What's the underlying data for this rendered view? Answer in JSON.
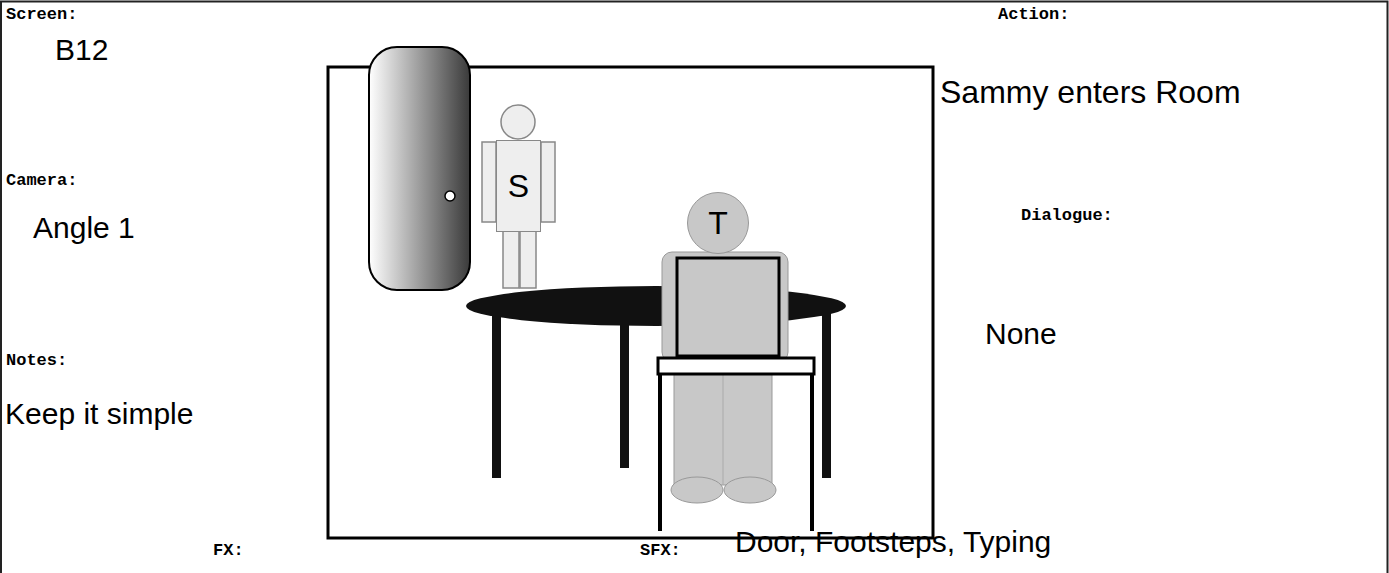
{
  "diagram": {
    "nodes": [
      {
        "text": [
          "S"
        ]
      },
      {
        "text": [
          "T"
        ]
      }
    ],
    "labels": [
      "Screen:",
      "B12",
      "Camera:",
      "Angle 1",
      "Notes:",
      "Keep it simple",
      "Action:",
      "Sammy enters Room",
      "Dialogue:",
      "None",
      "FX:",
      "SFX:",
      "Door, Footsteps, Typing"
    ]
  }
}
